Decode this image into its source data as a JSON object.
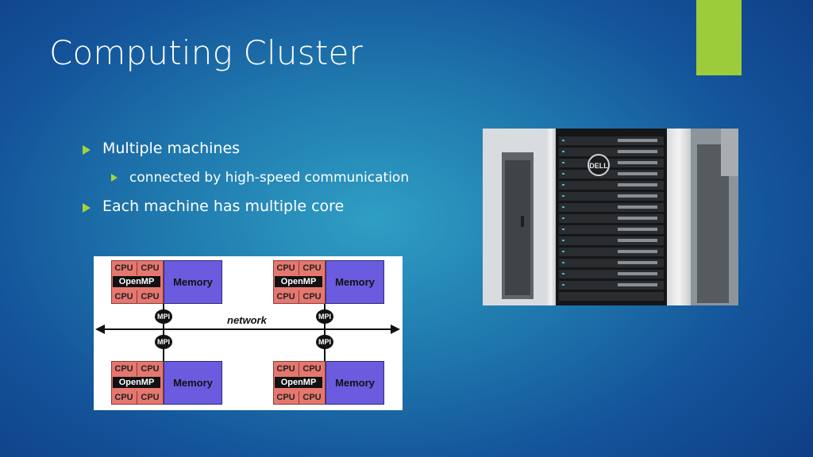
{
  "slide": {
    "title": "Computing Cluster",
    "accent_color": "#9ccc3a",
    "bullet_color": "#a6d33b"
  },
  "bullets": [
    {
      "text": "Multiple machines",
      "level": 1
    },
    {
      "text": "connected by high-speed communication",
      "level": 2
    },
    {
      "text": "Each machine has multiple core",
      "level": 1
    }
  ],
  "diagram": {
    "nodes": [
      {
        "cpu_labels": [
          "CPU",
          "CPU",
          "CPU",
          "CPU"
        ],
        "openmp_label": "OpenMP",
        "memory_label": "Memory"
      },
      {
        "cpu_labels": [
          "CPU",
          "CPU",
          "CPU",
          "CPU"
        ],
        "openmp_label": "OpenMP",
        "memory_label": "Memory"
      },
      {
        "cpu_labels": [
          "CPU",
          "CPU",
          "CPU",
          "CPU"
        ],
        "openmp_label": "OpenMP",
        "memory_label": "Memory"
      },
      {
        "cpu_labels": [
          "CPU",
          "CPU",
          "CPU",
          "CPU"
        ],
        "openmp_label": "OpenMP",
        "memory_label": "Memory"
      }
    ],
    "mpi_label": "MPI",
    "network_label": "network"
  },
  "photo": {
    "brand_logo": "DELL",
    "subject": "server-rack"
  }
}
